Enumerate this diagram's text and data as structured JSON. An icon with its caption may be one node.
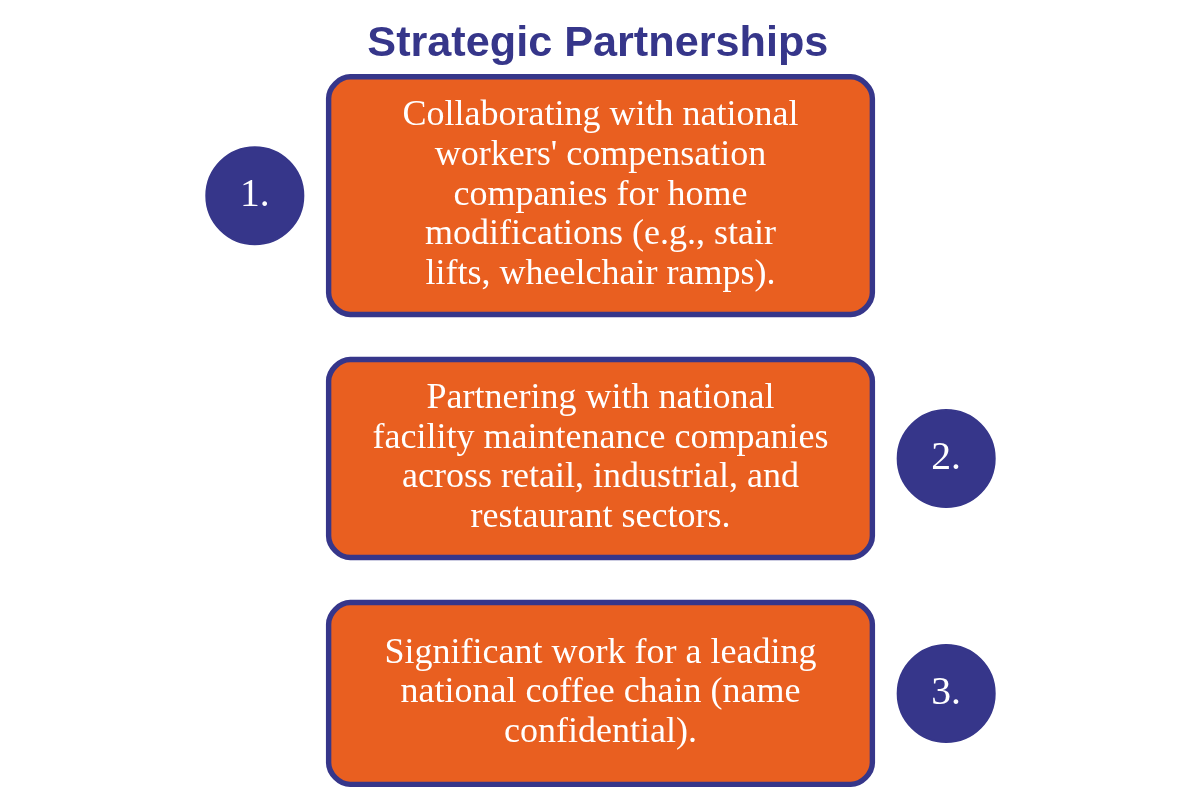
{
  "diagram": {
    "title": "Strategic Partnerships",
    "nodes": [
      {
        "text": [
          "1."
        ]
      },
      {
        "text": [
          "Collaborating with national workers' compensation companies for home modifications (e.g., stair lifts, wheelchair ramps)."
        ]
      },
      {
        "text": [
          "2."
        ]
      },
      {
        "text": [
          "Partnering with national facility maintenance companies across retail, industrial, and restaurant sectors."
        ]
      },
      {
        "text": [
          "3."
        ]
      },
      {
        "text": [
          "Significant work for a leading national coffee chain (name confidential)."
        ]
      }
    ]
  }
}
